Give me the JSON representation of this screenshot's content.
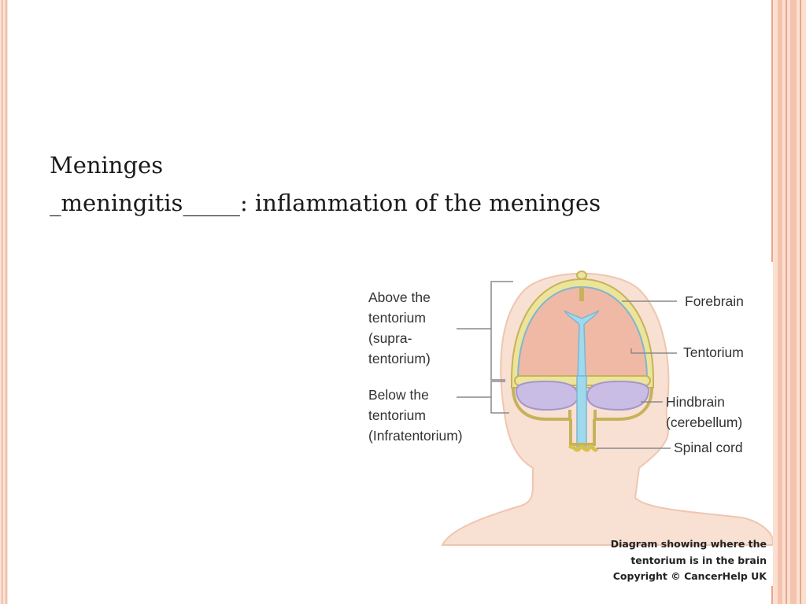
{
  "slide": {
    "heading": "Meninges",
    "definition_line": "_meningitis_____: inflammation of the meninges"
  },
  "figure": {
    "labels": {
      "above_line1": "Above the",
      "above_line2": "tentorium",
      "above_line3": "(supra-",
      "above_line4": "tentorium)",
      "below_line1": "Below the",
      "below_line2": "tentorium",
      "below_line3": "(Infratentorium)",
      "forebrain": "Forebrain",
      "tentorium": "Tentorium",
      "hindbrain_line1": "Hindbrain",
      "hindbrain_line2": "(cerebellum)",
      "spinal_cord": "Spinal cord"
    },
    "caption": {
      "line1": "Diagram showing where the",
      "line2": "tentorium is in the brain",
      "line3": "Copyright © CancerHelp UK"
    }
  },
  "colors": {
    "border_light": "#f9d9cb",
    "border_dark": "#e9a58a",
    "skin": "#f8e0d2",
    "skin_outline": "#efc6b0",
    "brain": "#f0b9a6",
    "meninges_yellow": "#ece49a",
    "meninges_border": "#d4c46c",
    "csf_blue": "#9fd9ee",
    "ventricle_outline": "#7fb6cf",
    "cerebellum_purple": "#c9bde6",
    "cerebellum_outline": "#a496cc",
    "text": "#1a1a1a"
  }
}
